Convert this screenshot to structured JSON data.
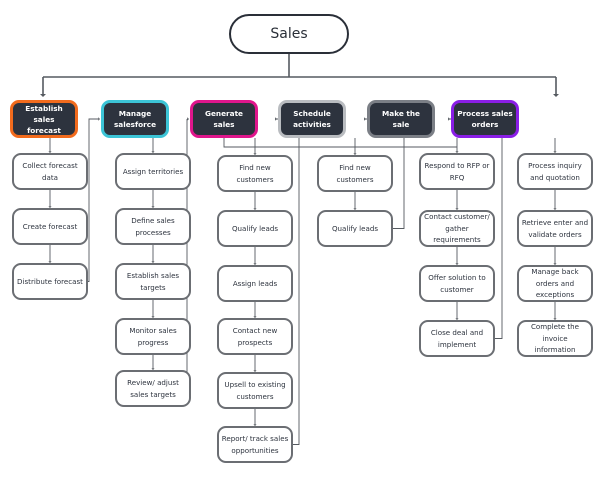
{
  "root": {
    "label": "Sales"
  },
  "colors": {
    "line": "#555a60",
    "header_fill": "#2d333e",
    "box_border": "#6b6e73"
  },
  "columns": [
    {
      "header": "Establish sales forecast",
      "accent": "#f26b1d",
      "items": [
        "Collect forecast data",
        "Create forecast",
        "Distribute forecast"
      ]
    },
    {
      "header": "Manage salesforce",
      "accent": "#3cc4d6",
      "items": [
        "Assign territories",
        "Define sales processes",
        "Establish sales targets",
        "Monitor sales progress",
        "Review/ adjust sales targets"
      ]
    },
    {
      "header": "Generate sales",
      "accent": "#e0168c",
      "items": [
        "Find new customers",
        "Qualify leads",
        "Assign leads",
        "Contact new prospects",
        "Upsell to existing customers",
        "Report/ track sales opportunities"
      ]
    },
    {
      "header": "Schedule activities",
      "accent": "#b9bcc0",
      "items": [
        "Find new customers",
        "Qualify leads"
      ]
    },
    {
      "header": "Make the sale",
      "accent": "#7b7f86",
      "items": [
        "Respond to RFP or RFQ",
        "Contact customer/ gather requirements",
        "Offer solution to customer",
        "Close deal and implement"
      ]
    },
    {
      "header": "Process sales orders",
      "accent": "#8a1ee6",
      "items": [
        "Process inquiry and quotation",
        "Retrieve enter and validate orders",
        "Manage back orders and exceptions",
        "Complete the invoice information"
      ]
    }
  ]
}
